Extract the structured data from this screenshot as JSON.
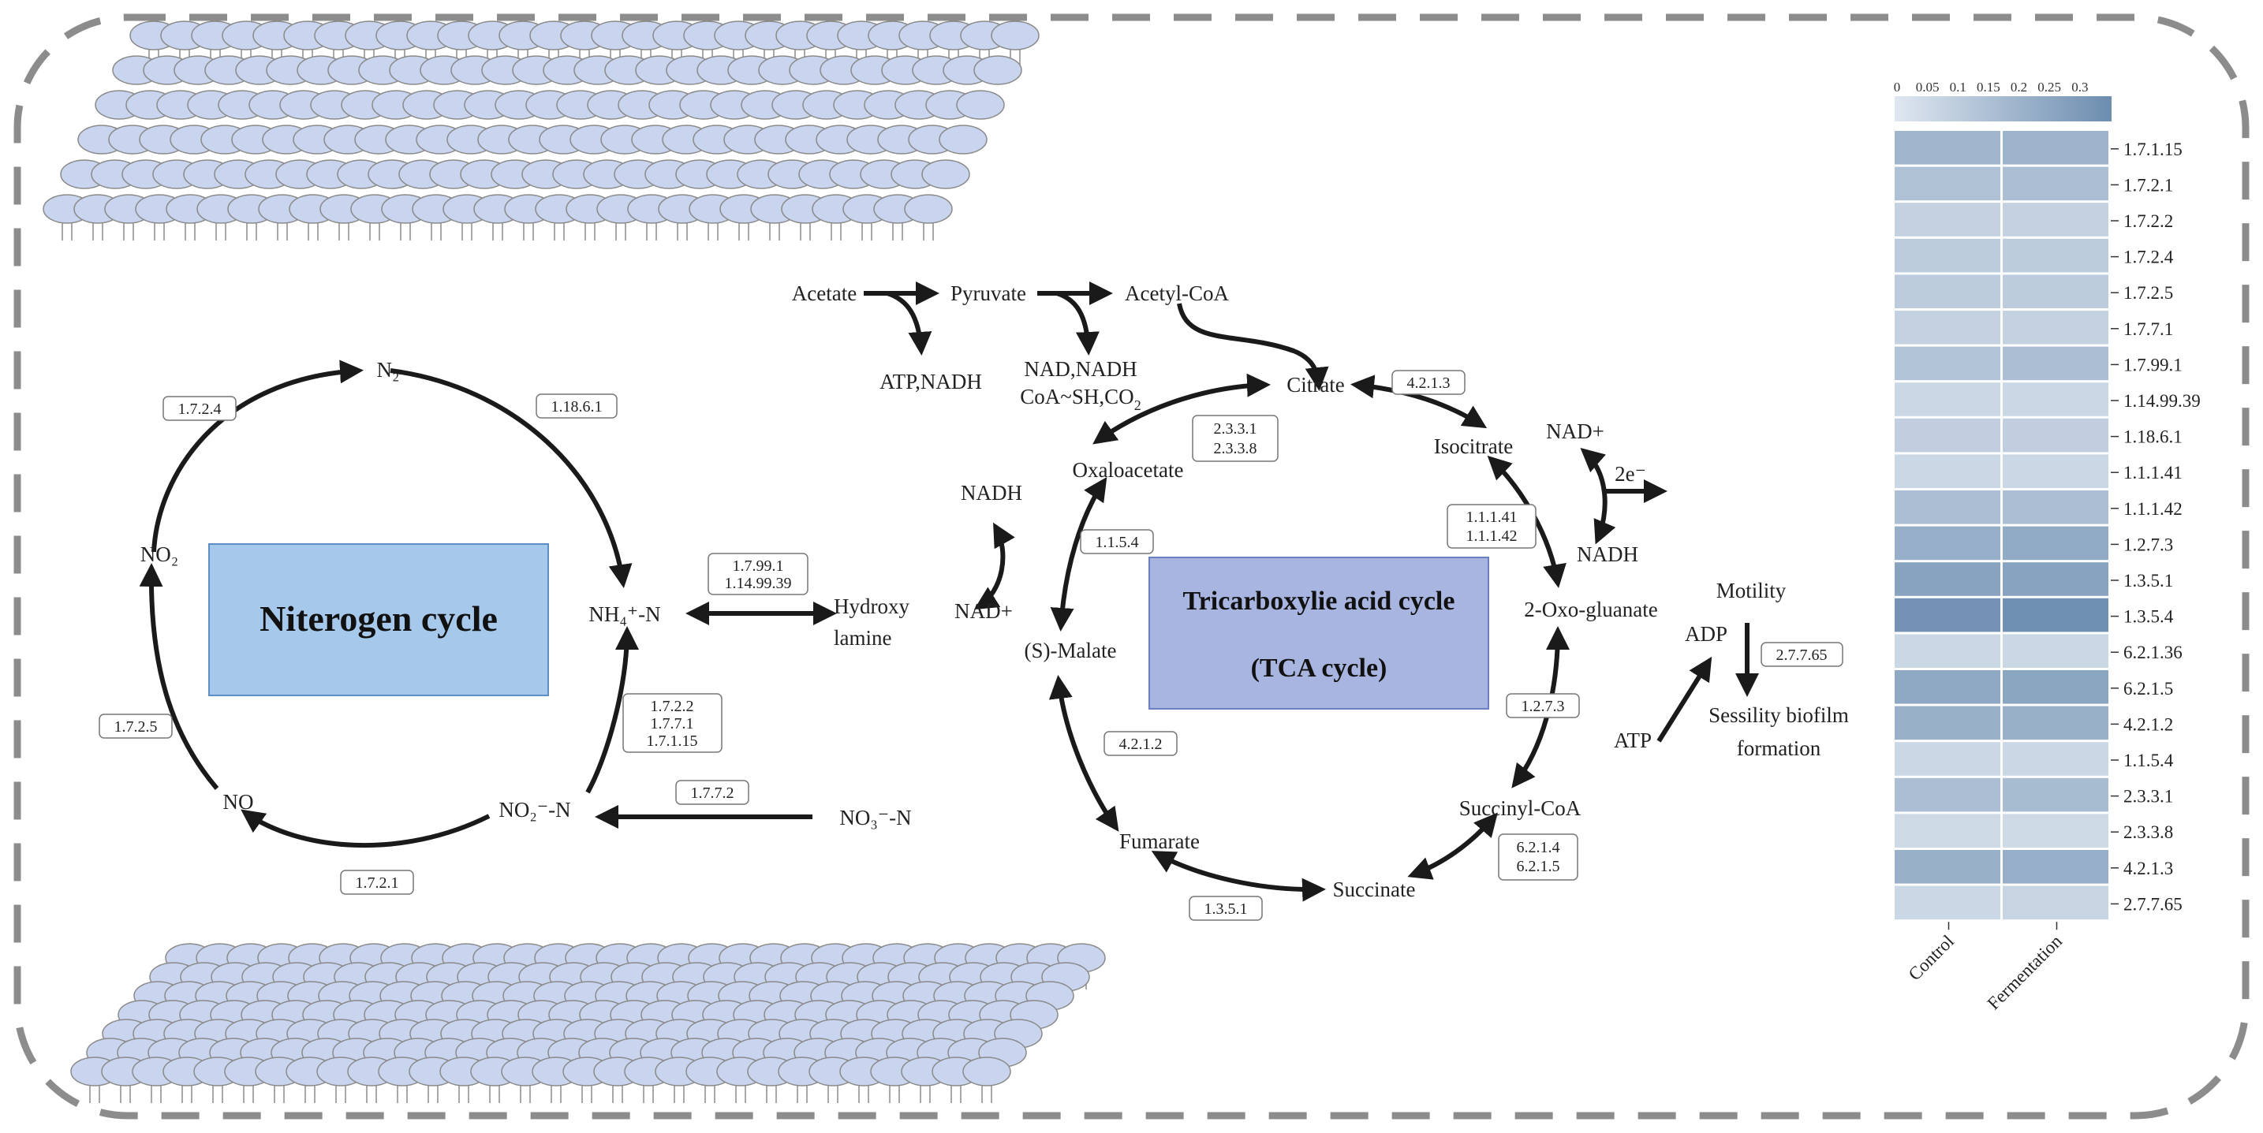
{
  "nitrogen": {
    "title": "Niterogen cycle",
    "nodes": {
      "n2": "N₂",
      "nh4": "NH₄⁺-N",
      "no2": "NO₂",
      "no": "NO",
      "no2n": "NO₂⁻-N",
      "no3n": "NO₃⁻-N",
      "hydroxy1": "Hydroxy",
      "hydroxy2": "lamine"
    },
    "enzymes": {
      "e_1_7_2_4": "1.7.2.4",
      "e_1_18_6_1": "1.18.6.1",
      "e_1_7_2_5": "1.7.2.5",
      "e_1_7_2_1": "1.7.2.1",
      "e_1_7_7_2": "1.7.7.2",
      "e_nh4_1": "1.7.2.2",
      "e_nh4_2": "1.7.7.1",
      "e_nh4_3": "1.7.1.15",
      "e_hyd_1": "1.7.99.1",
      "e_hyd_2": "1.14.99.39"
    }
  },
  "tca": {
    "title1": "Tricarboxylie acid cycle",
    "title2": "(TCA cycle)",
    "nodes": {
      "acetate": "Acetate",
      "pyruvate": "Pyruvate",
      "acetylcoa": "Acetyl-CoA",
      "atpnadh": "ATP,NADH",
      "nadnadh": "NAD,NADH",
      "coash": "CoA~SH,CO",
      "coash_sub": "2",
      "citrate": "Citrate",
      "isocitrate": "Isocitrate",
      "oxaloacetate": "Oxaloacetate",
      "malate": "(S)-Malate",
      "fumarate": "Fumarate",
      "succinate": "Succinate",
      "succinylcoa": "Succinyl-CoA",
      "oxoglutarate": "2-Oxo-gluanate",
      "nadh_left": "NADH",
      "nadp_left": "NAD+",
      "nadp_right": "NAD+",
      "nadh_right": "NADH",
      "two_e": "2e⁻"
    },
    "enzymes": {
      "e_4213": "4.2.1.3",
      "e_2331": "2.3.3.1",
      "e_2338": "2.3.3.8",
      "e_11141": "1.1.1.41",
      "e_11142": "1.1.1.42",
      "e_1154": "1.1.5.4",
      "e_4212": "4.2.1.2",
      "e_1273": "1.2.7.3",
      "e_6214": "6.2.1.4",
      "e_6215": "6.2.1.5",
      "e_1351": "1.3.5.1"
    }
  },
  "motility": {
    "motility": "Motility",
    "adp": "ADP",
    "atp": "ATP",
    "enzyme": "2.7.7.65",
    "sessility1": "Sessility biofilm",
    "sessility2": "formation"
  },
  "heatmap": {
    "scale_ticks": [
      "0",
      "0.05",
      "0.1",
      "0.15",
      "0.2",
      "0.25",
      "0.3"
    ],
    "scale_range": [
      0,
      0.33
    ],
    "columns": [
      "Control",
      "Fermentation"
    ],
    "rows": [
      {
        "label": "1.7.1.15",
        "values": [
          0.18,
          0.19
        ]
      },
      {
        "label": "1.7.2.1",
        "values": [
          0.14,
          0.15
        ]
      },
      {
        "label": "1.7.2.2",
        "values": [
          0.08,
          0.08
        ]
      },
      {
        "label": "1.7.2.4",
        "values": [
          0.1,
          0.1
        ]
      },
      {
        "label": "1.7.2.5",
        "values": [
          0.1,
          0.1
        ]
      },
      {
        "label": "1.7.7.1",
        "values": [
          0.08,
          0.08
        ]
      },
      {
        "label": "1.7.99.1",
        "values": [
          0.13,
          0.15
        ]
      },
      {
        "label": "1.14.99.39",
        "values": [
          0.06,
          0.06
        ]
      },
      {
        "label": "1.18.6.1",
        "values": [
          0.09,
          0.09
        ]
      },
      {
        "label": "1.1.1.41",
        "values": [
          0.06,
          0.06
        ]
      },
      {
        "label": "1.1.1.42",
        "values": [
          0.15,
          0.15
        ]
      },
      {
        "label": "1.2.7.3",
        "values": [
          0.21,
          0.22
        ]
      },
      {
        "label": "1.3.5.1",
        "values": [
          0.25,
          0.25
        ]
      },
      {
        "label": "1.3.5.4",
        "values": [
          0.31,
          0.32
        ]
      },
      {
        "label": "6.2.1.36",
        "values": [
          0.06,
          0.06
        ]
      },
      {
        "label": "6.2.1.5",
        "values": [
          0.23,
          0.24
        ]
      },
      {
        "label": "4.2.1.2",
        "values": [
          0.2,
          0.2
        ]
      },
      {
        "label": "1.1.5.4",
        "values": [
          0.06,
          0.06
        ]
      },
      {
        "label": "2.3.3.1",
        "values": [
          0.15,
          0.16
        ]
      },
      {
        "label": "2.3.3.8",
        "values": [
          0.05,
          0.05
        ]
      },
      {
        "label": "4.2.1.3",
        "values": [
          0.2,
          0.21
        ]
      },
      {
        "label": "2.7.7.65",
        "values": [
          0.06,
          0.07
        ]
      }
    ]
  },
  "colors": {
    "arrow": "#1a1a1a",
    "nitrogen_box": "#a6c8ea",
    "tca_box": "#a7b5e0",
    "lipid_fill": "#c9d5ee",
    "lipid_stroke": "#8a8a8a",
    "dash_border": "#8c8c8c",
    "heat_low": "#dfe7f0",
    "heat_high": "#6c8db0"
  }
}
